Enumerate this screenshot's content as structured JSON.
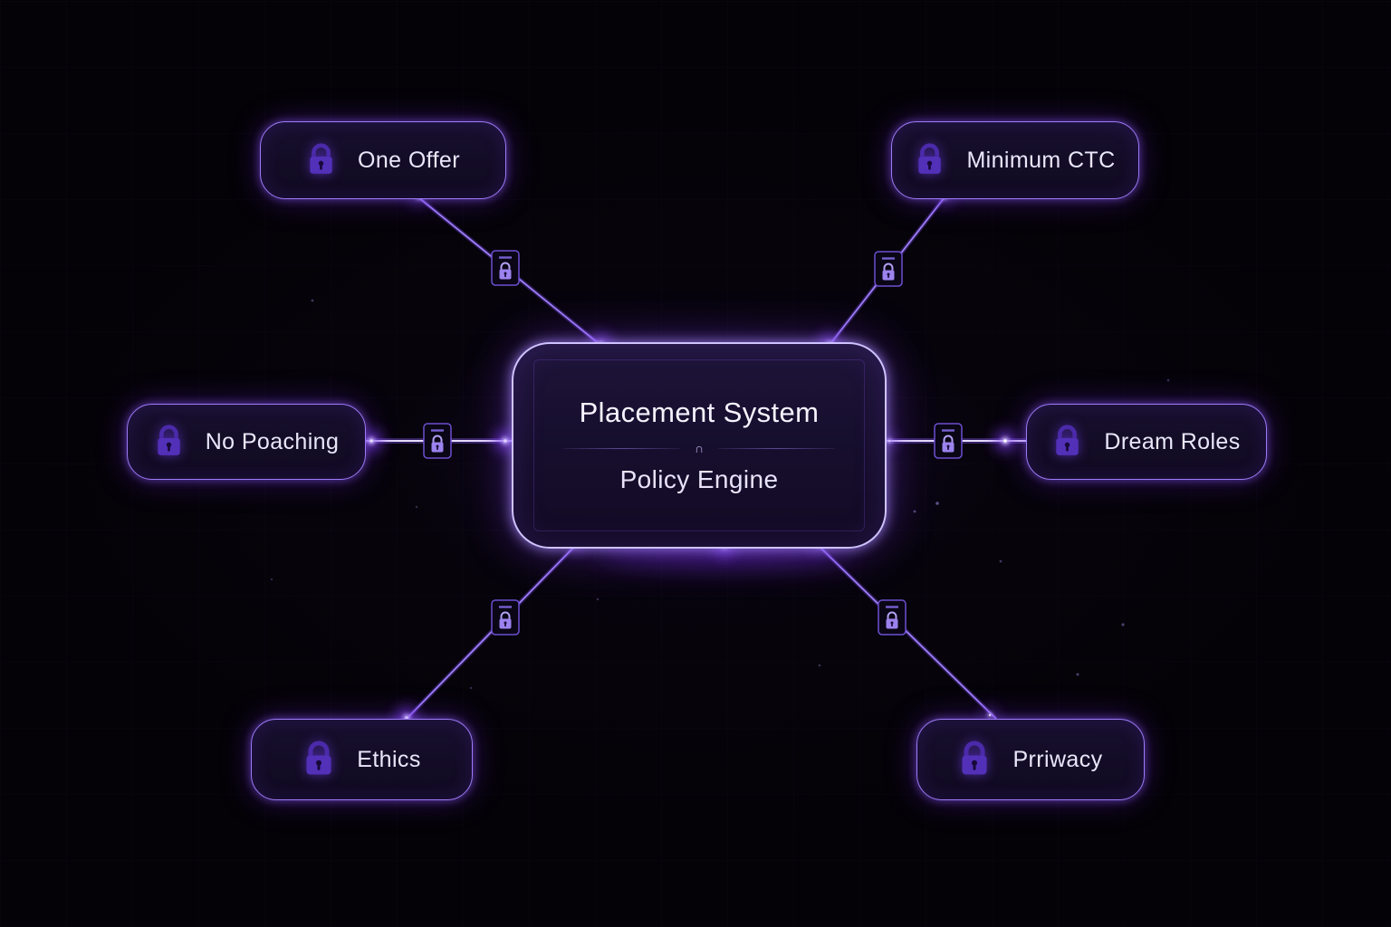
{
  "central": {
    "title": "Placement System",
    "subtitle": "Policy Engine",
    "divider_glyph": "∩"
  },
  "nodes": [
    {
      "label": "One Offer",
      "icon": "lock-icon"
    },
    {
      "label": "Minimum CTC",
      "icon": "lock-icon"
    },
    {
      "label": "No Poaching",
      "icon": "lock-icon"
    },
    {
      "label": "Dream Roles",
      "icon": "lock-icon"
    },
    {
      "label": "Ethics",
      "icon": "lock-icon"
    },
    {
      "label": "Prriwacy",
      "icon": "lock-icon"
    }
  ],
  "connectors": {
    "count": 6,
    "badge_icon": "lock-badge-icon"
  },
  "colors": {
    "background": "#040206",
    "accent_purple": "#7c3aed",
    "node_border": "#9d7bf7",
    "central_border": "#cfc3ff",
    "lock_fill": "#5230b8",
    "label_text": "#eae6fa",
    "line": "#9f7ffa"
  }
}
